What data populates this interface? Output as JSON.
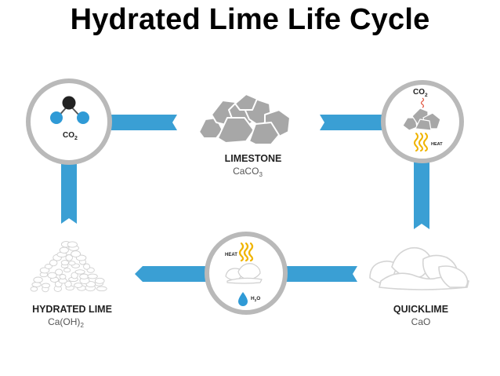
{
  "title": "Hydrated Lime Life Cycle",
  "colors": {
    "arrow": "#3a9fd4",
    "circle_stroke": "#b9b9b9",
    "rock": "#a7a7a7",
    "heat": "#f0b400",
    "molecule_blue": "#2f9ad6",
    "molecule_black": "#222222"
  },
  "nodes": {
    "limestone": {
      "name": "LIMESTONE",
      "formula_base": "CaCO",
      "formula_sub": "3"
    },
    "quicklime": {
      "name": "QUICKLIME",
      "formula_base": "CaO"
    },
    "hydrated_lime": {
      "name": "HYDRATED LIME",
      "formula_base": "Ca(OH)",
      "formula_sub": "2"
    }
  },
  "badges": {
    "co2_capture": {
      "base": "CO",
      "sub": "2"
    },
    "calcination": {
      "gas_base": "CO",
      "gas_sub": "2",
      "heat": "HEAT"
    },
    "hydration": {
      "heat": "HEAT",
      "water_base": "H",
      "water_sub": "2",
      "water_end": "O"
    }
  }
}
